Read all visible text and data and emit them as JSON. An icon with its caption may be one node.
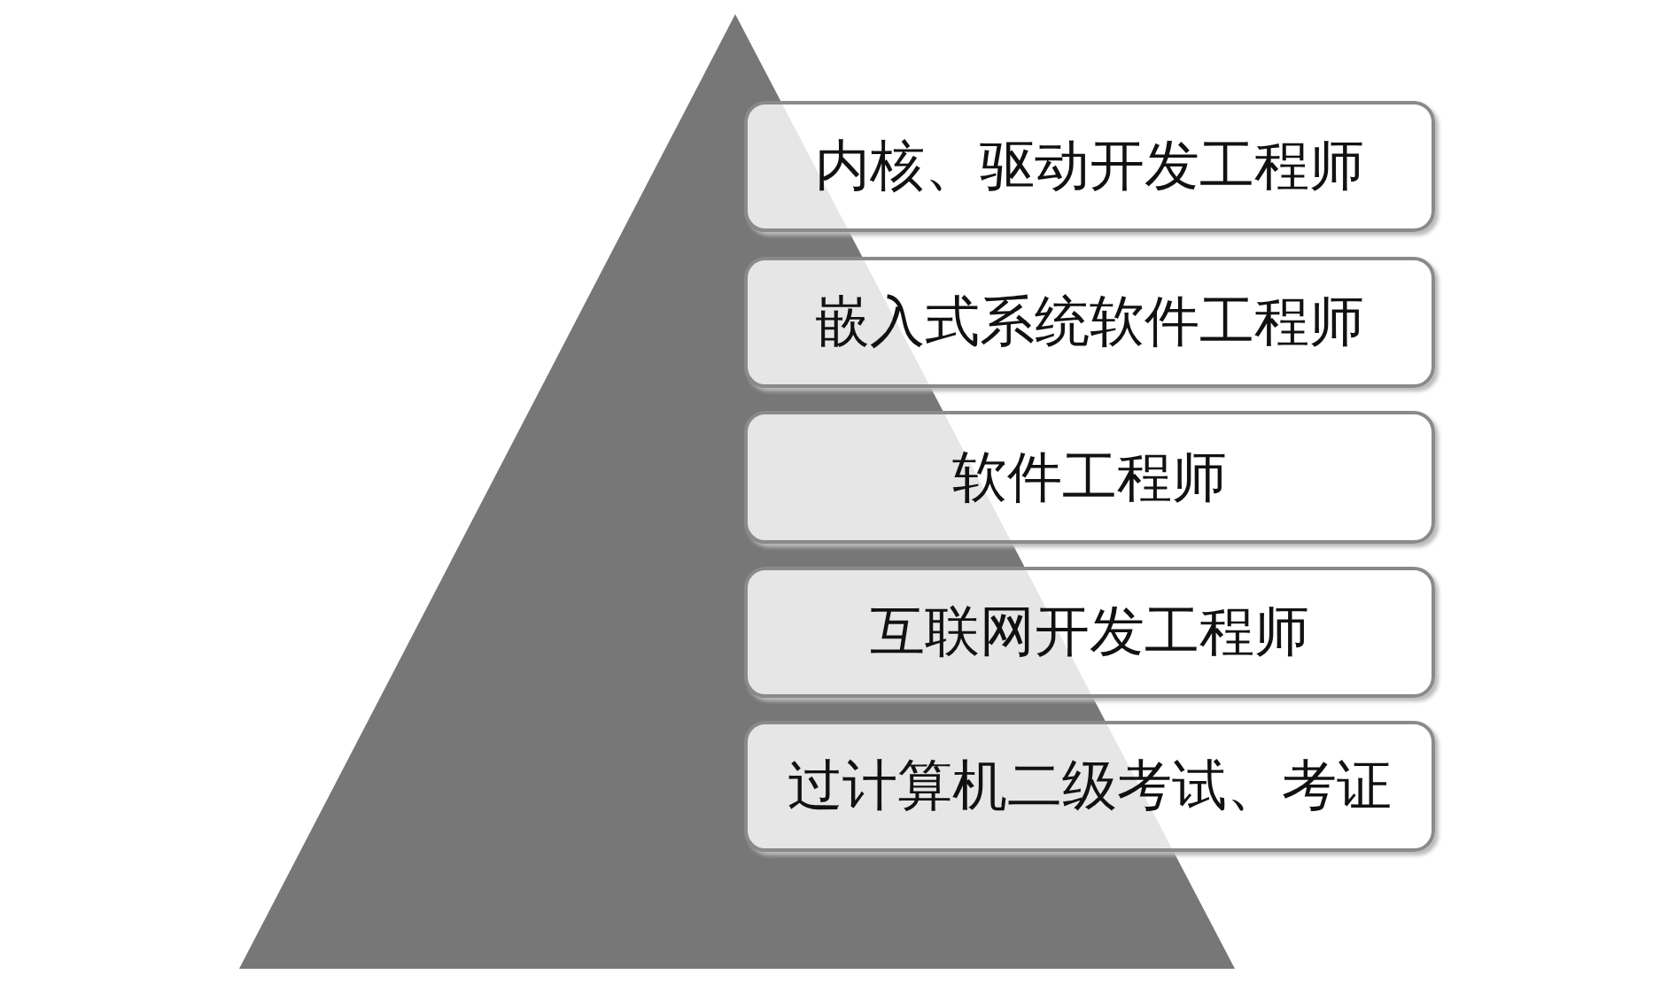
{
  "diagram": {
    "nodes": [
      {
        "text": [
          "内核、驱动开发工程师"
        ]
      },
      {
        "text": [
          "嵌入式系统软件工程师"
        ]
      },
      {
        "text": [
          "软件工程师"
        ]
      },
      {
        "text": [
          "互联网开发工程师"
        ]
      },
      {
        "text": [
          "过计算机二级考试、考证"
        ]
      }
    ]
  }
}
